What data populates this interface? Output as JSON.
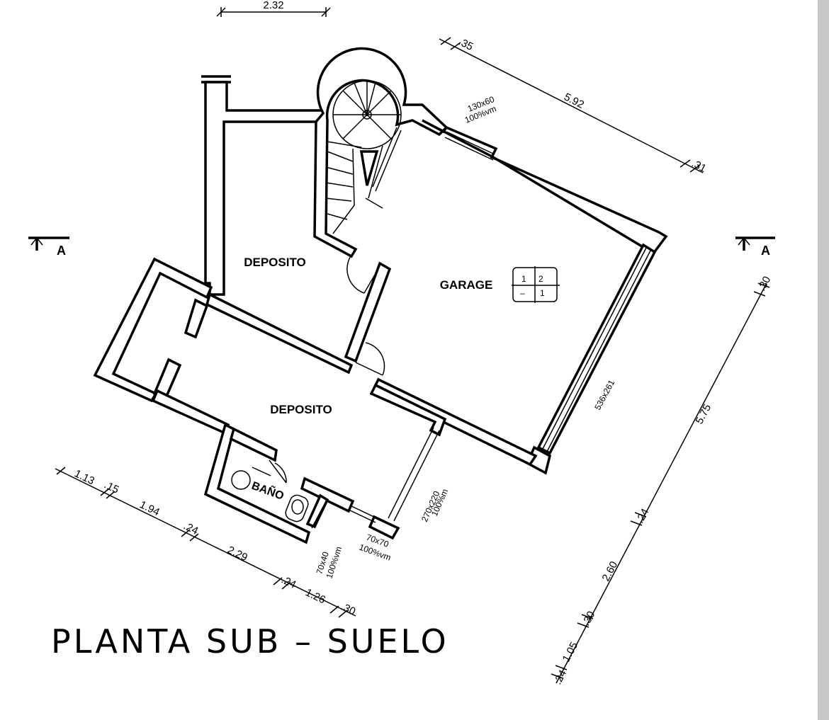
{
  "title": "PLANTA SUB – SUELO",
  "rooms": {
    "deposito_upper": "DEPOSITO",
    "garage": "GARAGE",
    "deposito_lower": "DEPOSITO",
    "bano": "BAÑO"
  },
  "section_marks": {
    "left": "A",
    "right": "A"
  },
  "openings": {
    "top_window_size": "130x60",
    "top_window_type": "100%vm",
    "garage_door": "536x261",
    "lower_door_size": "270x220",
    "lower_door_type": "100%m",
    "small_window_size": "70x70",
    "small_window_type": "100%vm",
    "bano_window_size": "70x40",
    "bano_window_type": "100%vm"
  },
  "dimensions": {
    "top_left": "2.32",
    "top_right_a": ".35",
    "top_right_b": "5.92",
    "top_right_c": ".31",
    "right_a": ".30",
    "right_b": "5.75",
    "right_c": ".24",
    "right_d": "2.60",
    "right_e": ".30",
    "right_f": "1.05",
    "right_g": ".24",
    "bottom_a": "1.13",
    "bottom_b": ".15",
    "bottom_c": "1.94",
    "bottom_d": ".24",
    "bottom_e": "2.29",
    "bottom_f": ".24",
    "bottom_g": "1.26",
    "bottom_h": ".30"
  },
  "stair_marker": {
    "a": "1",
    "b": "2",
    "c": "–",
    "d": "1"
  }
}
